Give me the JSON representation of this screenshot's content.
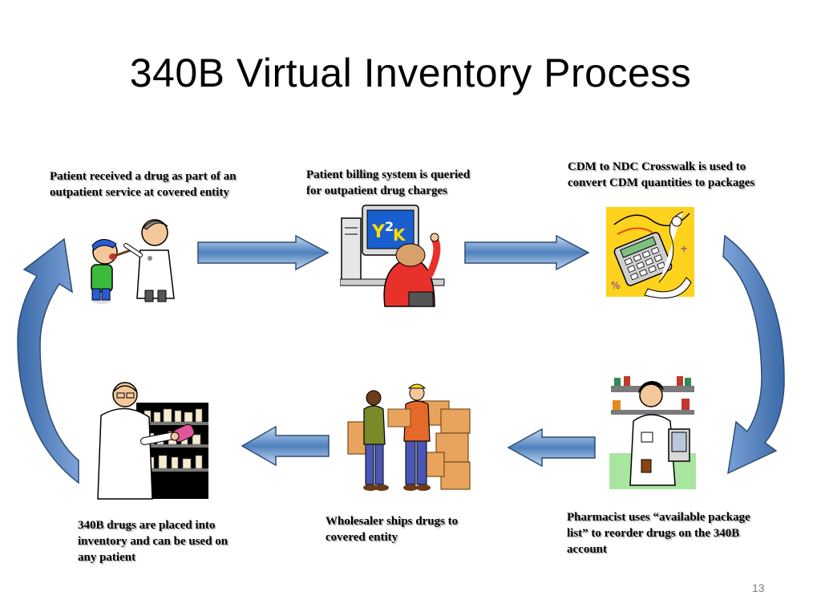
{
  "slide": {
    "title": "340B Virtual Inventory Process",
    "page_number": "13"
  },
  "steps": [
    {
      "text": "Patient received a drug as part of an outpatient service at covered entity",
      "icon": "doctor-patient-icon"
    },
    {
      "text": "Patient billing system is queried for outpatient drug charges",
      "icon": "computer-user-y2k-icon"
    },
    {
      "text": "CDM to NDC Crosswalk is used to convert CDM quantities to packages",
      "icon": "calculator-receipt-icon"
    },
    {
      "text": "Pharmacist uses “available package list” to reorder drugs on the 340B account",
      "icon": "pharmacist-computer-icon"
    },
    {
      "text": "Wholesaler ships drugs to covered entity",
      "icon": "warehouse-workers-boxes-icon"
    },
    {
      "text": "340B drugs are placed into inventory and can be used on any patient",
      "icon": "pharmacist-shelves-icon"
    }
  ],
  "colors": {
    "arrow_fill": "#4f81bd",
    "arrow_stroke": "#2c4d75",
    "arrow_light": "#a9c4e6"
  }
}
